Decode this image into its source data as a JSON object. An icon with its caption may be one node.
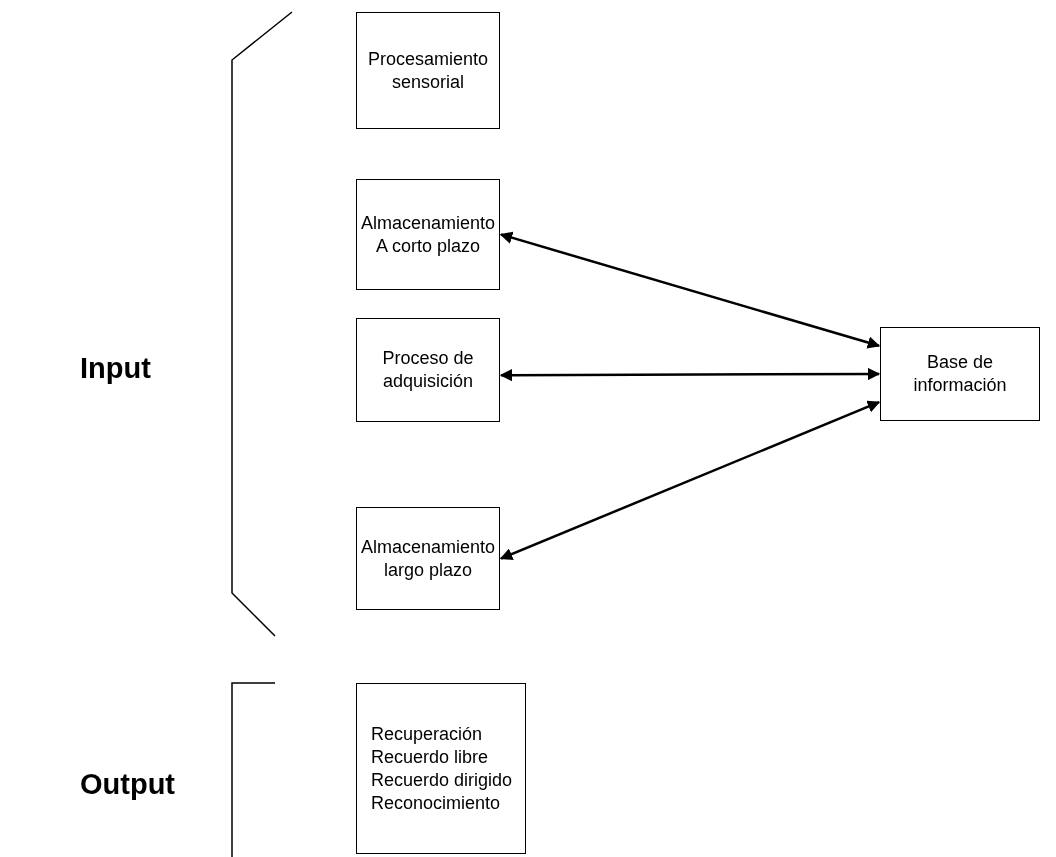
{
  "diagram": {
    "nodes": [
      {
        "text": [
          "Procesamiento sensorial"
        ]
      },
      {
        "text": [
          "Almacenamiento A corto plazo"
        ]
      },
      {
        "text": [
          "Proceso de adquisición"
        ]
      },
      {
        "text": [
          "Almacenamiento largo plazo"
        ]
      },
      {
        "text": [
          "Base de información"
        ]
      },
      {
        "text": [
          "Recuperación",
          "Recuerdo libre",
          "Recuerdo dirigido",
          "Reconocimiento"
        ]
      }
    ],
    "edges": [
      {
        "from": 1,
        "to": 4,
        "arrow": "both"
      },
      {
        "from": 2,
        "to": 4,
        "arrow": "both"
      },
      {
        "from": 3,
        "to": 4,
        "arrow": "both"
      }
    ],
    "labels": [
      "Input",
      "Output"
    ]
  }
}
